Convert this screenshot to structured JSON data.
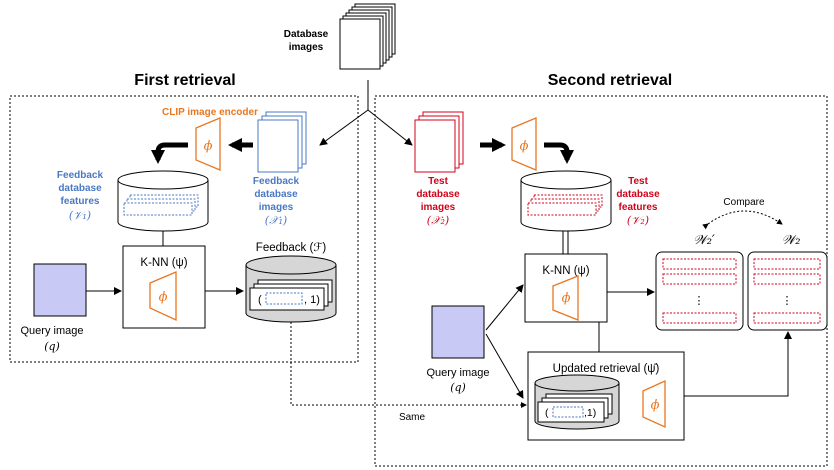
{
  "database": {
    "line1": "Database",
    "line2": "images"
  },
  "first_retrieval": {
    "title": "First retrieval",
    "clip_label": "CLIP image encoder",
    "feedback_db_images": {
      "line1": "Feedback",
      "line2": "database",
      "line3": "images",
      "symbol": "(𝒳₁)"
    },
    "feedback_db_features": {
      "line1": "Feedback",
      "line2": "database",
      "line3": "features",
      "symbol": "(𝒱₁)"
    },
    "knn_label": "K-NN (ψ)",
    "feedback_label": "Feedback (ℱ)",
    "feedback_item": "(",
    "feedback_item_end": ", 1)",
    "query": {
      "label": "Query image",
      "symbol": "(q)"
    }
  },
  "second_retrieval": {
    "title": "Second retrieval",
    "test_db_images": {
      "line1": "Test",
      "line2": "database",
      "line3": "images",
      "symbol": "(𝒳₂)"
    },
    "test_db_features": {
      "line1": "Test",
      "line2": "database",
      "line3": "features",
      "symbol": "(𝒱₂)"
    },
    "knn_label": "K-NN (ψ)",
    "updated_label": "Updated retrieval (ψ̄)",
    "updated_item": "(",
    "updated_item_end": ",1)",
    "query": {
      "label": "Query image",
      "symbol": "(q)"
    },
    "compare_label": "Compare",
    "w2_prime": "𝒲₂′",
    "w2": "𝒲₂",
    "dots": "⋮"
  },
  "phi": "ϕ",
  "same_label": "Same",
  "colors": {
    "orange": "#E87722",
    "blue": "#4A78C4",
    "red": "#D0021B",
    "query_fill": "#C9C9F5",
    "cylinder_gray": "#D6D6D6"
  }
}
